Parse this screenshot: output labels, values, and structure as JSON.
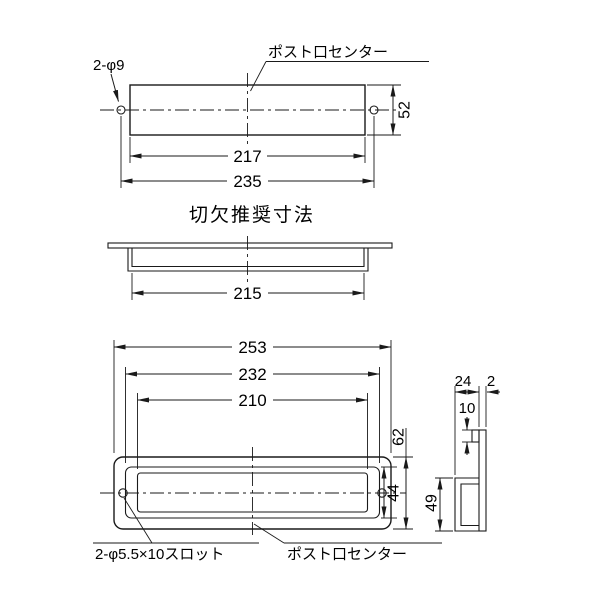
{
  "drawing": {
    "ink_color": "#1a1a1a",
    "background_color": "#ffffff",
    "cutout_view": {
      "hole_callout": "2-φ9",
      "post_center_label": "ポスト口センター",
      "dim_height": "52",
      "dim_inner_width": "217",
      "dim_hole_span": "235",
      "caption": "切欠推奨寸法"
    },
    "section_view": {
      "dim_width": "215"
    },
    "front_view": {
      "dim_overall_width": "253",
      "dim_frame_width": "232",
      "dim_opening_width": "210",
      "dim_overall_height": "62",
      "dim_opening_height": "44",
      "slot_callout": "2-φ5.5×10スロット",
      "post_center_label": "ポスト口センター"
    },
    "side_view": {
      "dim_depth": "24",
      "dim_face_thickness": "2",
      "dim_top_offset": "10",
      "dim_box_height": "49"
    }
  }
}
